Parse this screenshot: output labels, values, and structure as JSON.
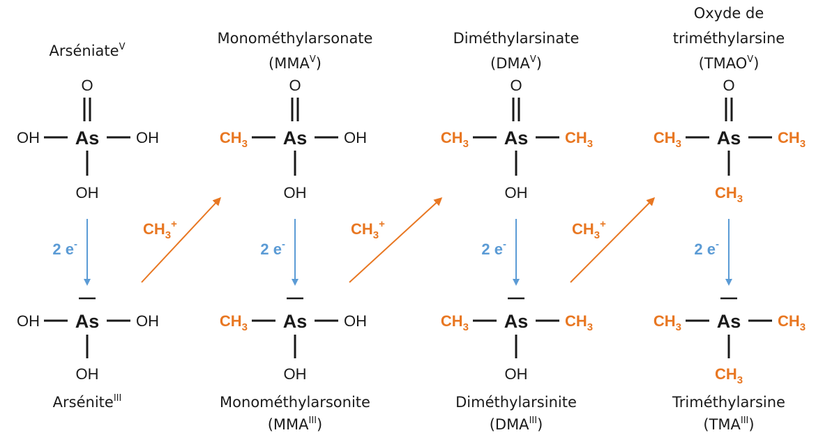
{
  "colors": {
    "text": "#1a1a1a",
    "methyl": "#e87722",
    "electron": "#5b9bd5",
    "bond": "#1a1a1a"
  },
  "columns": [
    {
      "top": {
        "name_lines": [
          "Arséniate"
        ],
        "name_sup": "V",
        "abbr": "",
        "up": "O",
        "left": "OH",
        "right": "OH",
        "down": "OH",
        "left_methyl": false,
        "right_methyl": false,
        "down_methyl": false
      },
      "reduction": "2 e",
      "bottom": {
        "name_lines": [
          "Arsénite"
        ],
        "name_sup": "III",
        "abbr": "",
        "left": "OH",
        "right": "OH",
        "down": "OH",
        "left_methyl": false,
        "right_methyl": false,
        "down_methyl": false
      }
    },
    {
      "top": {
        "name_lines": [
          "Monométhylarsonate"
        ],
        "abbr": "(MMA",
        "abbr_sup": "V",
        "abbr_close": ")",
        "up": "O",
        "left": "CH",
        "right": "OH",
        "down": "OH",
        "left_methyl": true,
        "right_methyl": false,
        "down_methyl": false
      },
      "reduction": "2 e",
      "bottom": {
        "name_lines": [
          "Monométhylarsonite"
        ],
        "abbr": "(MMA",
        "abbr_sup": "III",
        "abbr_close": ")",
        "left": "CH",
        "right": "OH",
        "down": "OH",
        "left_methyl": true,
        "right_methyl": false,
        "down_methyl": false
      }
    },
    {
      "top": {
        "name_lines": [
          "Diméthylarsinate"
        ],
        "abbr": "(DMA",
        "abbr_sup": "V",
        "abbr_close": ")",
        "up": "O",
        "left": "CH",
        "right": "CH",
        "down": "OH",
        "left_methyl": true,
        "right_methyl": true,
        "down_methyl": false
      },
      "reduction": "2 e",
      "bottom": {
        "name_lines": [
          "Diméthylarsinite"
        ],
        "abbr": "(DMA",
        "abbr_sup": "III",
        "abbr_close": ")",
        "left": "CH",
        "right": "CH",
        "down": "OH",
        "left_methyl": true,
        "right_methyl": true,
        "down_methyl": false
      }
    },
    {
      "top": {
        "name_lines": [
          "Oxyde de",
          "triméthylarsine"
        ],
        "abbr": "(TMAO",
        "abbr_sup": "V",
        "abbr_close": ")",
        "up": "O",
        "left": "CH",
        "right": "CH",
        "down": "CH",
        "left_methyl": true,
        "right_methyl": true,
        "down_methyl": true
      },
      "reduction": "2 e",
      "bottom": {
        "name_lines": [
          "Triméthylarsine"
        ],
        "abbr": "(TMA",
        "abbr_sup": "III",
        "abbr_close": ")",
        "left": "CH",
        "right": "CH",
        "down": "CH",
        "left_methyl": true,
        "right_methyl": true,
        "down_methyl": true
      }
    }
  ],
  "central_atom": "As",
  "methyl_subscript": "3",
  "electron_superscript": "-",
  "methylation_label": "CH",
  "methylation_sub": "3",
  "methylation_sup": "+"
}
